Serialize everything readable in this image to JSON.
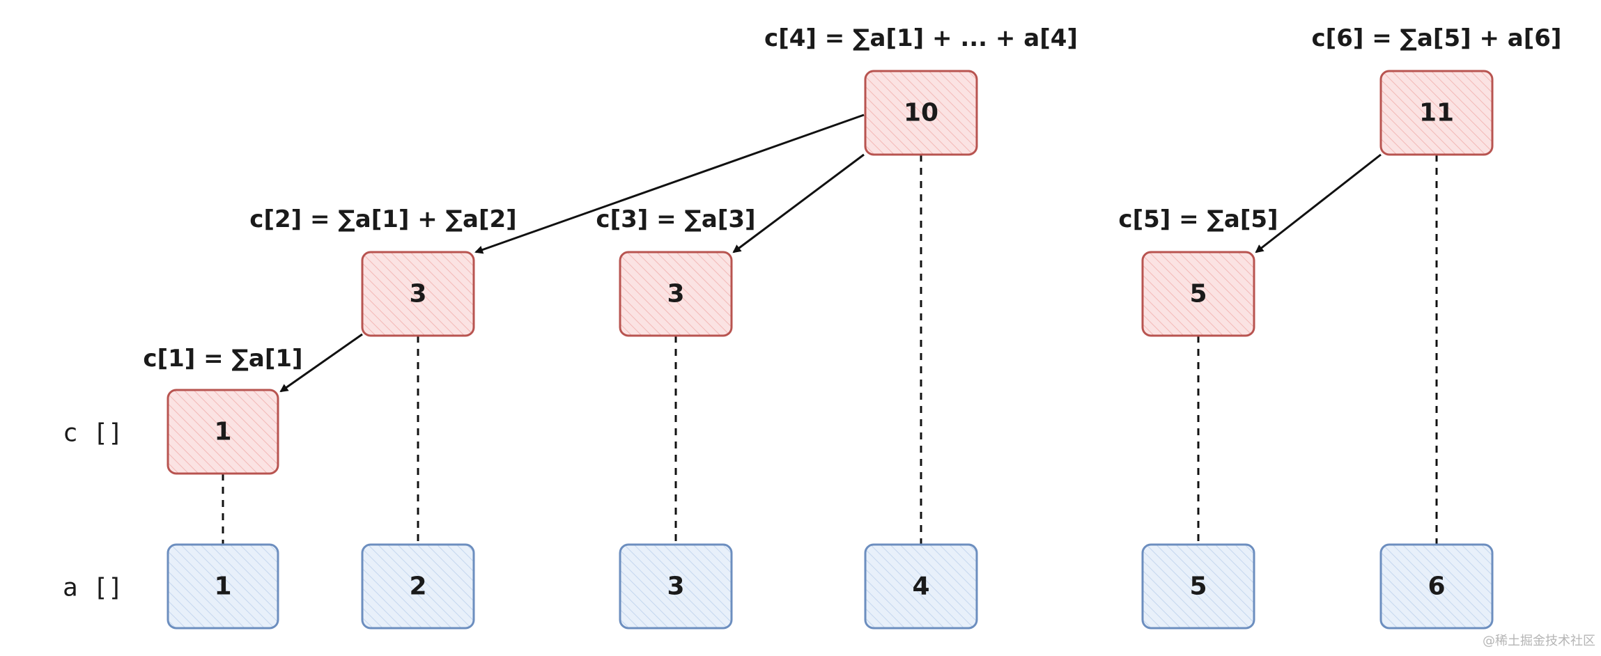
{
  "row_labels": {
    "c": "c []",
    "a": "a []"
  },
  "c_nodes": [
    {
      "id": "c1",
      "value": "1",
      "label": "c[1] = ∑a[1]"
    },
    {
      "id": "c2",
      "value": "3",
      "label": "c[2] = ∑a[1] + ∑a[2]"
    },
    {
      "id": "c3",
      "value": "3",
      "label": "c[3] = ∑a[3]"
    },
    {
      "id": "c4",
      "value": "10",
      "label": "c[4] = ∑a[1] + ... + a[4]"
    },
    {
      "id": "c5",
      "value": "5",
      "label": "c[5] = ∑a[5]"
    },
    {
      "id": "c6",
      "value": "11",
      "label": "c[6] = ∑a[5] + a[6]"
    }
  ],
  "a_nodes": [
    {
      "id": "a1",
      "value": "1"
    },
    {
      "id": "a2",
      "value": "2"
    },
    {
      "id": "a3",
      "value": "3"
    },
    {
      "id": "a4",
      "value": "4"
    },
    {
      "id": "a5",
      "value": "5"
    },
    {
      "id": "a6",
      "value": "6"
    }
  ],
  "arrows": [
    {
      "from": "c4",
      "to": "c2"
    },
    {
      "from": "c4",
      "to": "c3"
    },
    {
      "from": "c2",
      "to": "c1"
    },
    {
      "from": "c6",
      "to": "c5"
    }
  ],
  "watermark": "@稀土掘金技术社区",
  "colors": {
    "c_fill": "#f8d7d7",
    "c_stroke": "#b85450",
    "a_fill": "#dde8f5",
    "a_stroke": "#6c8ebf",
    "line": "#111111"
  }
}
